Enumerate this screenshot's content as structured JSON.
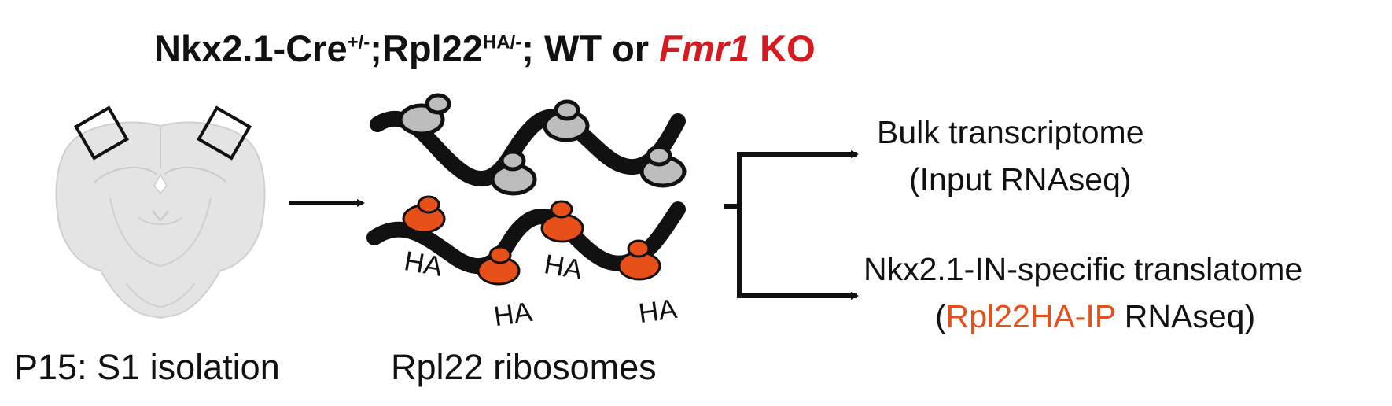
{
  "title": {
    "prefix": "Nkx2.1-Cre",
    "sup1": "+/-",
    "mid": ";Rpl22",
    "sup2": "HA/-",
    "suffix": "; WT or ",
    "gene": "Fmr1",
    "gene_suffix": " KO"
  },
  "labels": {
    "isolation": "P15: S1 isolation",
    "ribosomes": "Rpl22 ribosomes"
  },
  "ribosome_tags": [
    "HA",
    "HA",
    "HA",
    "HA"
  ],
  "outputs": {
    "bulk_line1": "Bulk transcriptome",
    "bulk_line2": "(Input RNAseq)",
    "translatome_line1": "Nkx2.1-IN-specific translatome",
    "translatome_open": "(",
    "translatome_highlight": "Rpl22HA-IP",
    "translatome_rest": " RNAseq)"
  },
  "colors": {
    "ko_red": "#d8191f",
    "ha_orange": "#e8501a",
    "ribosome_gray": "#bdbdbd",
    "brain_gray": "#e3e3e3"
  }
}
